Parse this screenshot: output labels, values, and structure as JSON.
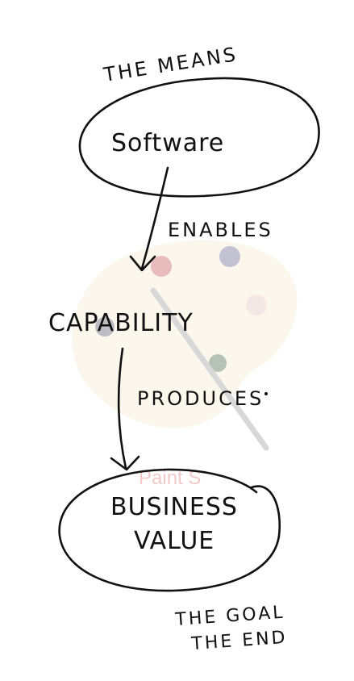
{
  "annotations": {
    "means": "THE MEANS",
    "goal": "THE GOAL",
    "end": "THE END"
  },
  "nodes": {
    "software": "Software",
    "capability": "CAPABILITY",
    "business": "BUSINESS",
    "value": "VALUE"
  },
  "edges": {
    "enables": "ENABLES",
    "produces": "PRODUCES"
  },
  "watermark": {
    "text": "Paint S",
    "icon": "paint-palette-icon"
  },
  "colors": {
    "ink": "#111111",
    "palette": "#f3e7c9",
    "watermark_text": "#f3c9c9"
  }
}
